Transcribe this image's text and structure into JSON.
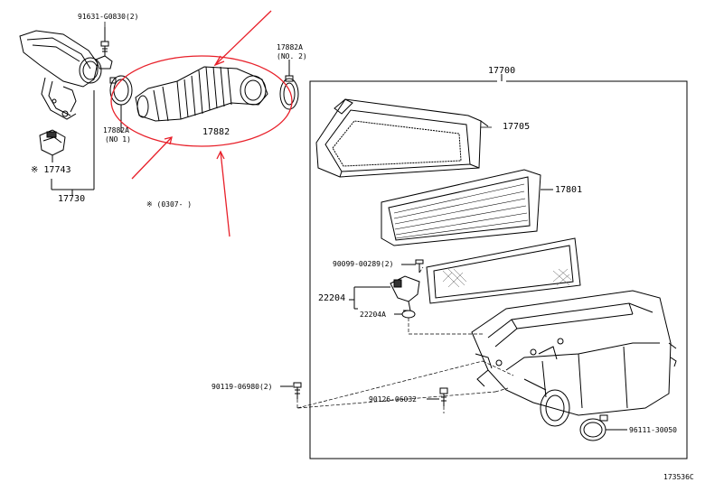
{
  "labels": {
    "p91631": "91631-G0830(2)",
    "p17882a_top": "17882A",
    "p17882a_top_note": "(NO. 2)",
    "p17882a_left": "17882A",
    "p17882a_left_note": "(NO 1)",
    "p17882": "17882",
    "p17743": "※ 17743",
    "p17730": "17730",
    "note_date": "※ (0307-    )",
    "p17700": "17700",
    "p17705": "17705",
    "p17801": "17801",
    "p90099": "90099-00289(2)",
    "p22204": "22204",
    "p22204a": "22204A",
    "p90119": "90119-06980(2)",
    "p90126": "90126-06032",
    "p96111": "96111-30050",
    "diagram_id": "173536C"
  },
  "colors": {
    "annotation": "#e8202a",
    "line": "#000000",
    "hatch": "#555555",
    "filter_fill": "#e8e8e8"
  }
}
